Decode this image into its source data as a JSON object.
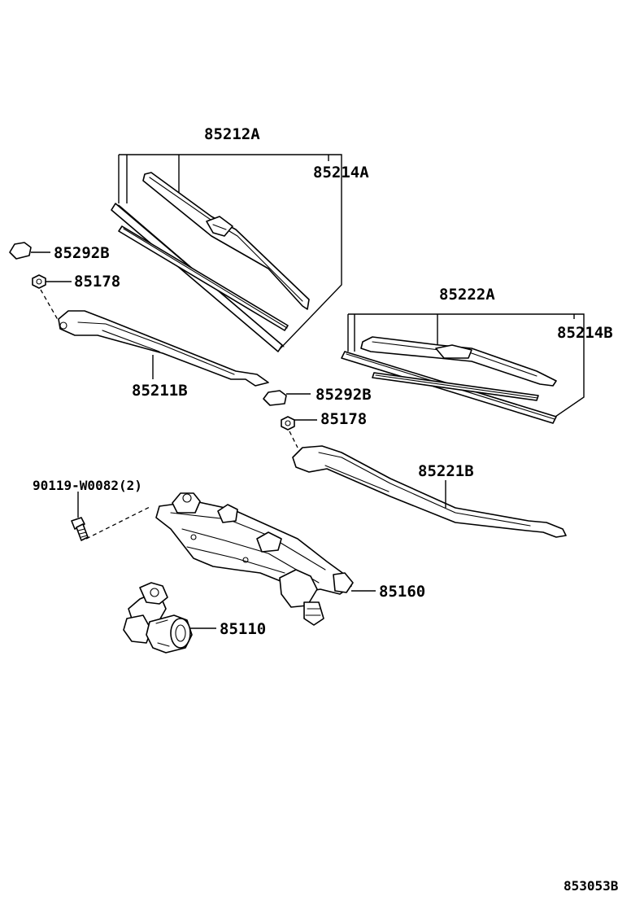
{
  "labels": {
    "blade_front_assy": "85212A",
    "rubber_front": "85214A",
    "cap_front": "85292B",
    "nut_front": "85178",
    "arm_front": "85211B",
    "blade_rear_assy": "85222A",
    "rubber_rear": "85214B",
    "cap_rear": "85292B",
    "nut_rear": "85178",
    "arm_rear": "85221B",
    "bolt": "90119-W0082(2)",
    "link": "85160",
    "motor": "85110"
  },
  "figure_code": "853053B"
}
